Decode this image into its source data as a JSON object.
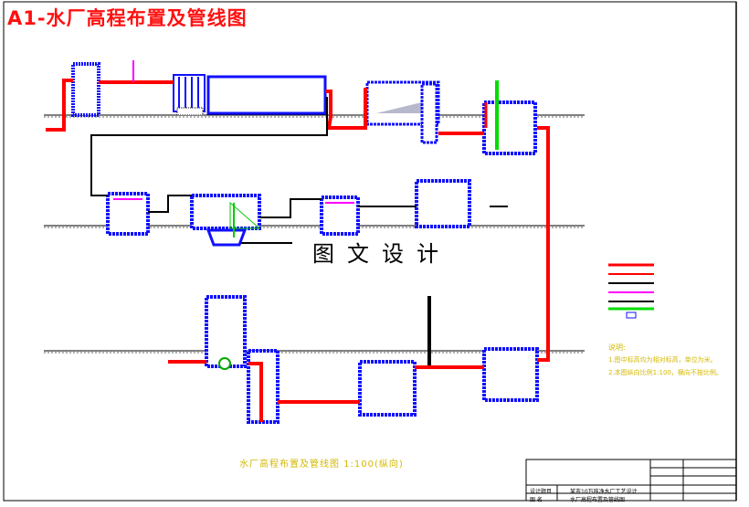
{
  "title": "A1-水厂高程布置及管线图",
  "watermark": "图文设计",
  "caption": "水厂高程布置及管线图 1:100(纵向)",
  "notes": {
    "heading": "说明:",
    "lines": [
      "1.图中标高均为相对标高，单位为米。",
      "2.本图纵向比例1:100，横向不按比例。"
    ]
  },
  "title_block": {
    "design_topic_label": "设计题目",
    "design_topic_value": "某市10万吨净水厂工艺设计",
    "drawing_name_label": "图  名",
    "drawing_name_value": "水厂高程布置及管线图"
  },
  "colors": {
    "water_pipe": "#ff0000",
    "black_pipe": "#000000",
    "sludge_pipe": "#ff00ff",
    "green_pipe": "#00ff00",
    "structure": "#1010ff",
    "label": "#d4b800",
    "title": "#ff1010"
  }
}
